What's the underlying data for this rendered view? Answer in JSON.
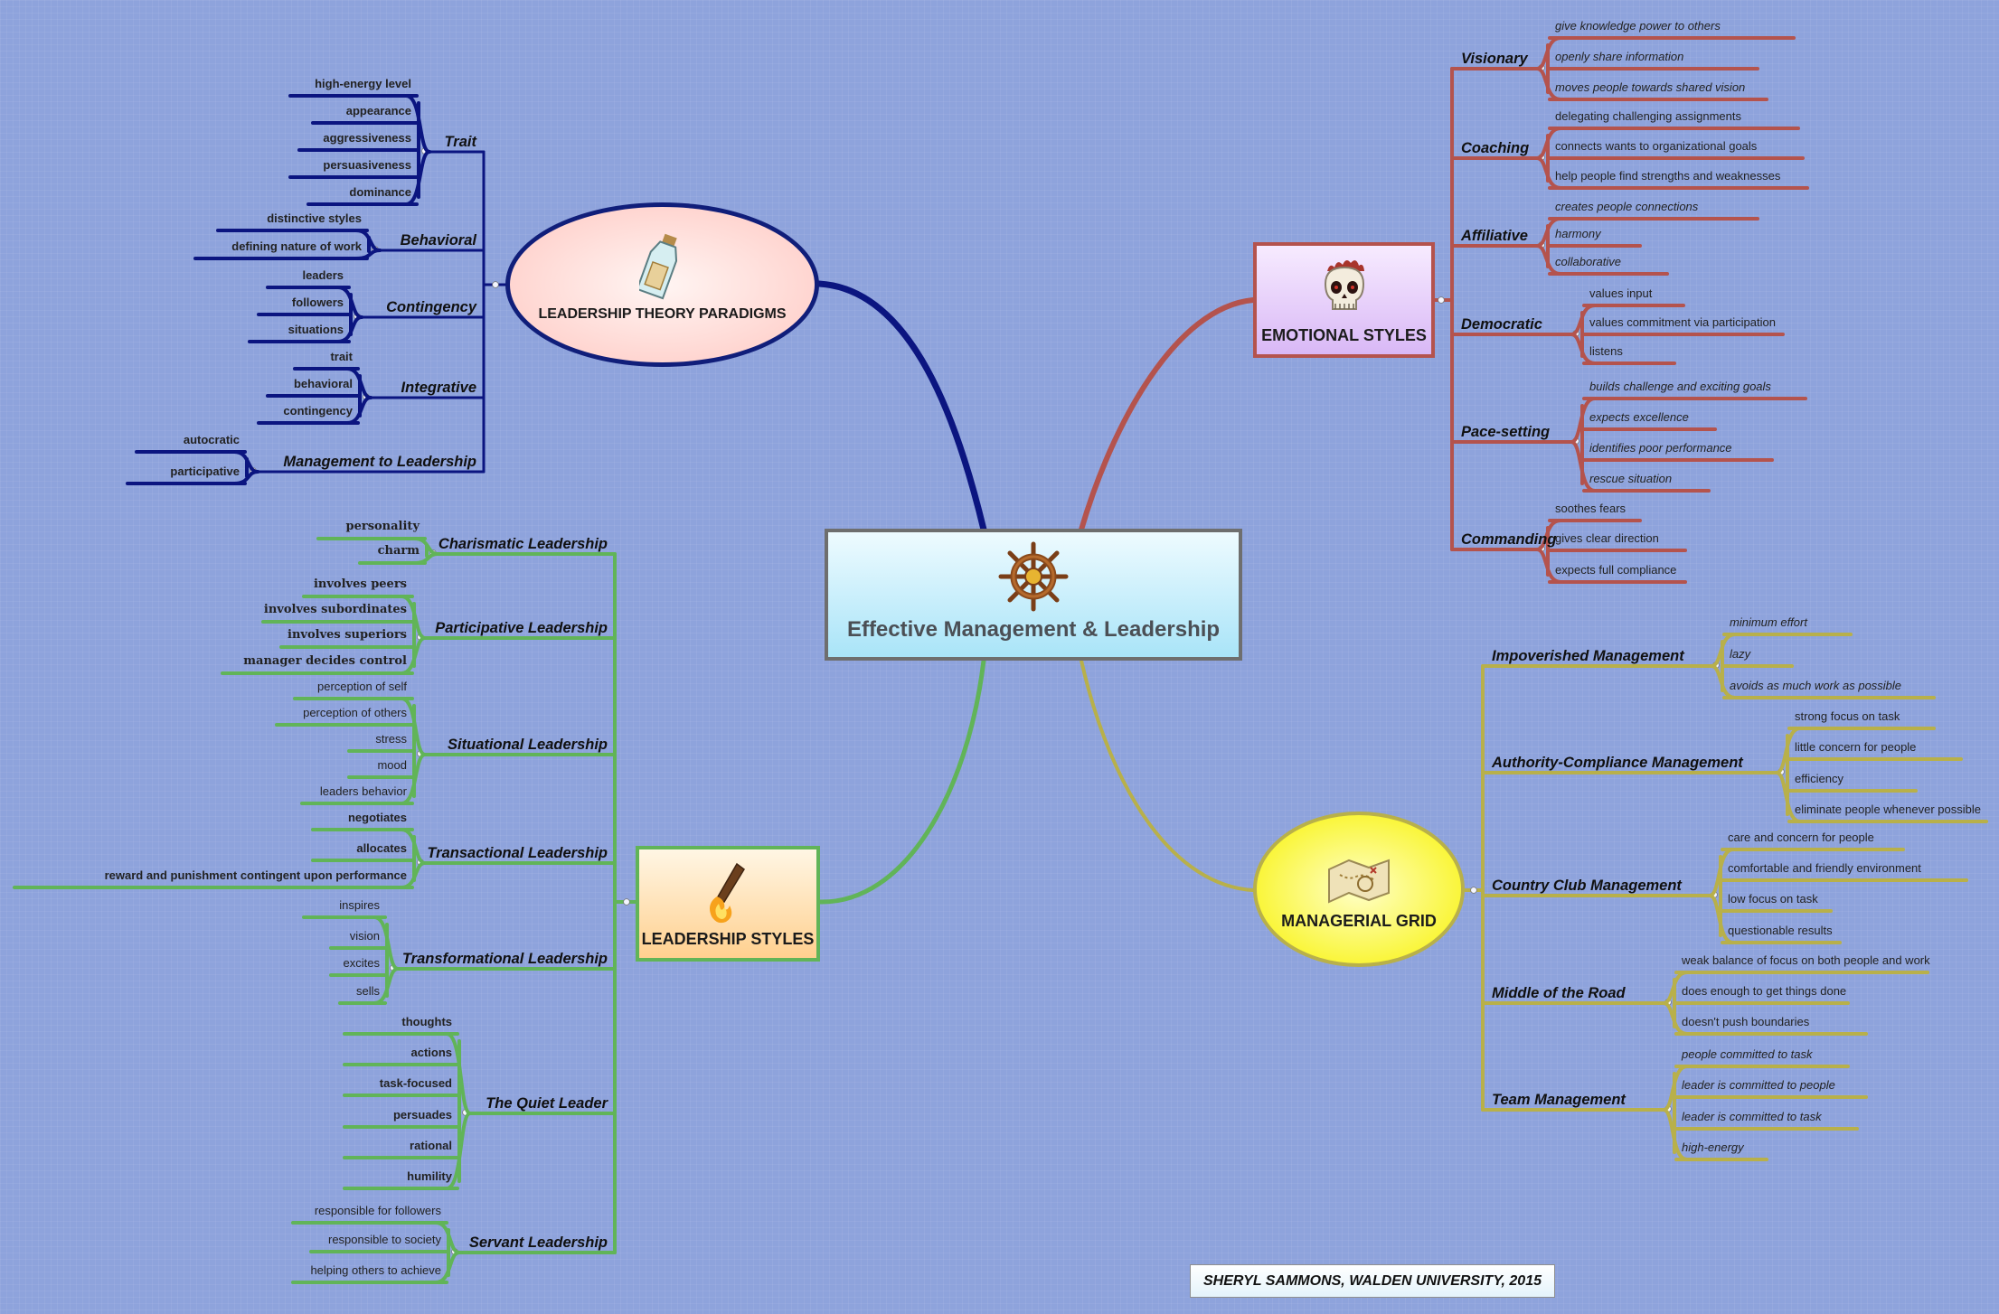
{
  "center": {
    "title": "Effective Management & Leadership",
    "icon": "ship-wheel-icon"
  },
  "colors": {
    "paradigms": "#0b1580",
    "emotional": "#b4534d",
    "styles": "#61b458",
    "grid": "#b8b04a"
  },
  "paradigms": {
    "title": "LEADERSHIP THEORY PARADIGMS",
    "icon": "message-in-bottle-icon",
    "topics": [
      {
        "label": "Trait",
        "items": [
          "high-energy level",
          "appearance",
          "aggressiveness",
          "persuasiveness",
          "dominance"
        ]
      },
      {
        "label": "Behavioral",
        "items": [
          "distinctive styles",
          "defining nature of work"
        ]
      },
      {
        "label": "Contingency",
        "items": [
          "leaders",
          "followers",
          "situations"
        ]
      },
      {
        "label": "Integrative",
        "items": [
          "trait",
          "behavioral",
          "contingency"
        ]
      },
      {
        "label": "Management to Leadership",
        "items": [
          "autocratic",
          "participative"
        ]
      }
    ]
  },
  "emotional": {
    "title": "EMOTIONAL STYLES",
    "icon": "skull-icon",
    "topics": [
      {
        "label": "Visionary",
        "items": [
          "give knowledge power to others",
          "openly share information",
          "moves people towards shared vision"
        ]
      },
      {
        "label": "Coaching",
        "items": [
          "delegating challenging assignments",
          "connects wants to organizational goals",
          "help people find strengths and weaknesses"
        ]
      },
      {
        "label": "Affiliative",
        "items": [
          "creates people connections",
          "harmony",
          "collaborative"
        ]
      },
      {
        "label": "Democratic",
        "items": [
          "values input",
          "values commitment via participation",
          "listens"
        ]
      },
      {
        "label": "Pace-setting",
        "items": [
          "builds challenge and exciting goals",
          "expects excellence",
          "identifies poor performance",
          "rescue situation"
        ]
      },
      {
        "label": "Commanding",
        "items": [
          "soothes fears",
          "gives clear direction",
          "expects full compliance"
        ]
      }
    ]
  },
  "styles": {
    "title": "LEADERSHIP STYLES",
    "icon": "torch-icon",
    "topics": [
      {
        "label": "Charismatic Leadership",
        "items": [
          "personality",
          "charm"
        ]
      },
      {
        "label": "Participative Leadership",
        "items": [
          "involves peers",
          "involves subordinates",
          "involves superiors",
          "manager decides control"
        ]
      },
      {
        "label": "Situational Leadership",
        "items": [
          "perception of self",
          "perception of others",
          "stress",
          "mood",
          "leaders behavior"
        ]
      },
      {
        "label": "Transactional Leadership",
        "items": [
          "negotiates",
          "allocates",
          "reward and punishment contingent upon performance"
        ]
      },
      {
        "label": "Transformational Leadership",
        "items": [
          "inspires",
          "vision",
          "excites",
          "sells"
        ]
      },
      {
        "label": "The Quiet Leader",
        "items": [
          "thoughts",
          "actions",
          "task-focused",
          "persuades",
          "rational",
          "humility"
        ]
      },
      {
        "label": "Servant Leadership",
        "items": [
          "responsible for followers",
          "responsible to society",
          "helping others to achieve"
        ]
      }
    ]
  },
  "grid": {
    "title": "MANAGERIAL GRID",
    "icon": "treasure-map-icon",
    "topics": [
      {
        "label": "Impoverished Management",
        "items": [
          "minimum effort",
          "lazy",
          "avoids as much work as possible"
        ]
      },
      {
        "label": "Authority-Compliance Management",
        "items": [
          "strong focus on task",
          "little concern for people",
          "efficiency",
          "eliminate people whenever possible"
        ]
      },
      {
        "label": "Country Club Management",
        "items": [
          "care and concern for people",
          "comfortable and friendly environment",
          "low focus on task",
          "questionable results"
        ]
      },
      {
        "label": "Middle of the Road",
        "items": [
          "weak balance of focus on both people and work",
          "does enough to get things done",
          "doesn't push boundaries"
        ]
      },
      {
        "label": "Team Management",
        "items": [
          "people committed to task",
          "leader is committed to people",
          "leader is committed to task",
          "high-energy"
        ]
      }
    ]
  },
  "credit": "SHERYL SAMMONS, WALDEN UNIVERSITY, 2015"
}
